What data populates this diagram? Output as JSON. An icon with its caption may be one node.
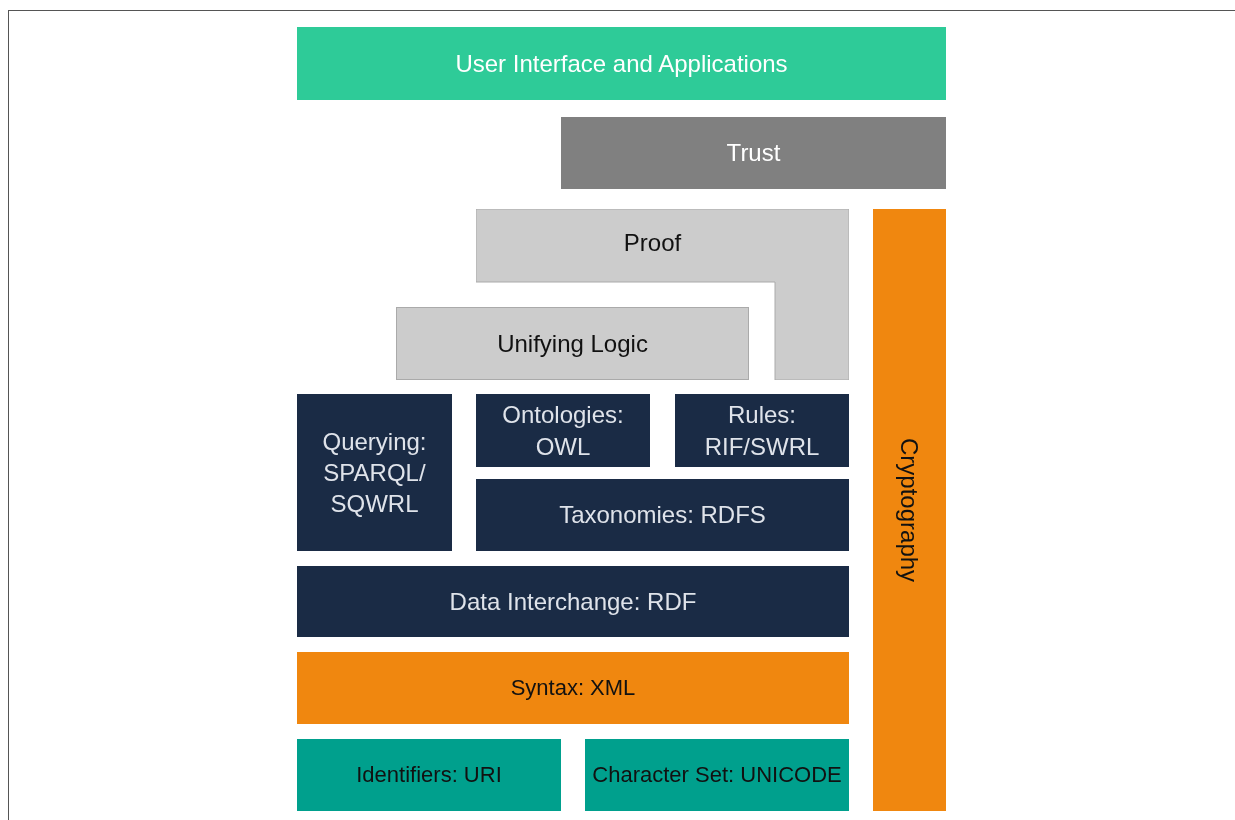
{
  "diagram": {
    "nodes": [
      {
        "text": [
          "User Interface and Applications"
        ]
      },
      {
        "text": [
          "Trust"
        ]
      },
      {
        "text": [
          "Proof"
        ]
      },
      {
        "text": [
          "Cryptography"
        ]
      },
      {
        "text": [
          "Unifying Logic"
        ]
      },
      {
        "text": [
          "Querying: SPARQL/ SQWRL"
        ]
      },
      {
        "text": [
          "Ontologies: OWL"
        ]
      },
      {
        "text": [
          "Rules: RIF/SWRL"
        ]
      },
      {
        "text": [
          "Taxonomies: RDFS"
        ]
      },
      {
        "text": [
          "Data Interchange: RDF"
        ]
      },
      {
        "text": [
          "Syntax: XML"
        ]
      },
      {
        "text": [
          "Identifiers: URI"
        ]
      },
      {
        "text": [
          "Character Set: UNICODE"
        ]
      }
    ]
  }
}
